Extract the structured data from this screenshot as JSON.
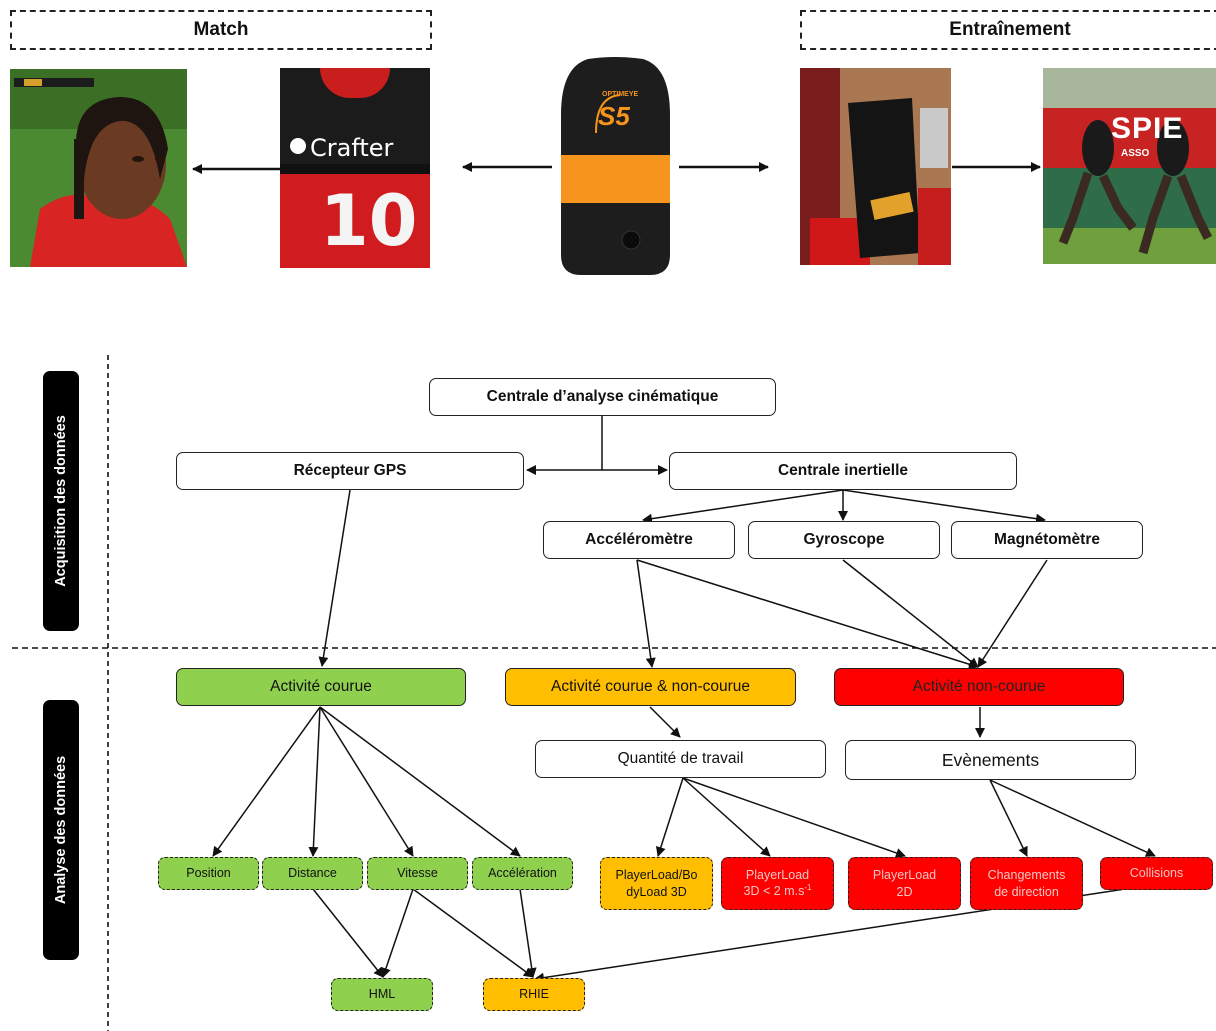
{
  "header": {
    "match_title": "Match",
    "training_title": "Entraînement"
  },
  "device": {
    "brand": "OPTIMEYE",
    "model": "S5",
    "accent_color": "#f7941d"
  },
  "photos": {
    "match_jersey_sponsor": "Crafter",
    "match_jersey_number": "10",
    "training_banner_text": "SPIE",
    "training_banner_sub": "ASSO"
  },
  "side_labels": {
    "acquisition": "Acquisition des données",
    "analysis": "Analyse des données"
  },
  "acquisition": {
    "central": "Centrale d’analyse cinématique",
    "gps": "Récepteur GPS",
    "inertial": "Centrale inertielle",
    "accelerometer": "Accéléromètre",
    "gyroscope": "Gyroscope",
    "magnetometer": "Magnétomètre"
  },
  "analysis": {
    "running": "Activité courue",
    "mixed": "Activité courue & non-courue",
    "non_running": "Activité non-courue",
    "workload": "Quantité de travail",
    "events": "Evènements"
  },
  "metrics": {
    "position": "Position",
    "distance": "Distance",
    "speed": "Vitesse",
    "acceleration": "Accélération",
    "playerload_3d_l1": "PlayerLoad/Bo",
    "playerload_3d_l2": "dyLoad 3D",
    "playerload_slow_l1": "PlayerLoad",
    "playerload_slow_l2": "3D < 2 m.s",
    "playerload_slow_sup": "-1",
    "playerload_2d_l1": "PlayerLoad",
    "playerload_2d_l2": "2D",
    "cod_l1": "Changements",
    "cod_l2": "de direction",
    "collisions": "Collisions",
    "hml": "HML",
    "rhie": "RHIE"
  },
  "colors": {
    "green": "#8fd14f",
    "orange": "#ffbf00",
    "red": "#ff0000"
  }
}
